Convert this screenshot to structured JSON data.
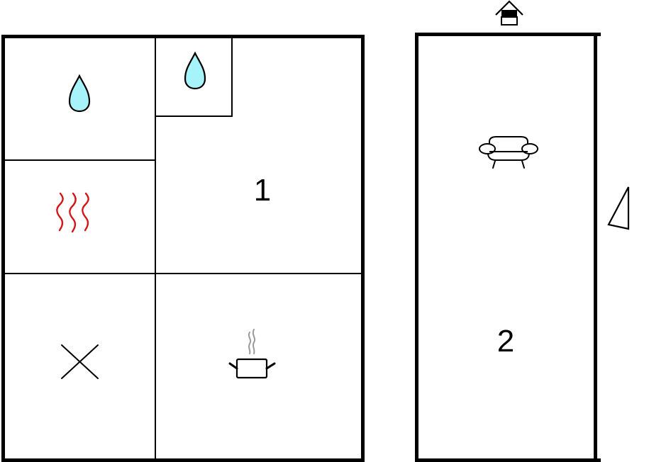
{
  "floorplan": {
    "buildings": [
      {
        "id": "main-building",
        "rooms": [
          {
            "id": "bathroom-1",
            "icon": "water-drop-icon"
          },
          {
            "id": "bathroom-2",
            "icon": "water-drop-icon"
          },
          {
            "id": "sauna",
            "icon": "heat-waves-icon"
          },
          {
            "id": "bedroom-1",
            "label": "1"
          },
          {
            "id": "storage",
            "icon": "cross-icon"
          },
          {
            "id": "kitchen",
            "icon": "cooking-pot-icon"
          }
        ]
      },
      {
        "id": "annex-building",
        "rooms": [
          {
            "id": "living-bedroom-2",
            "label": "2",
            "icon": "sofa-icon"
          }
        ]
      }
    ],
    "entrance_icon": "entrance-house-icon",
    "compass_icon": "north-arrow-triangle-icon",
    "labels": {
      "room1": "1",
      "room2": "2"
    },
    "colors": {
      "wall": "#000000",
      "water_drop_fill": "#a6f4f9",
      "heat_waves": "#d41414",
      "steam": "#9a9a9a",
      "background": "#ffffff"
    }
  }
}
